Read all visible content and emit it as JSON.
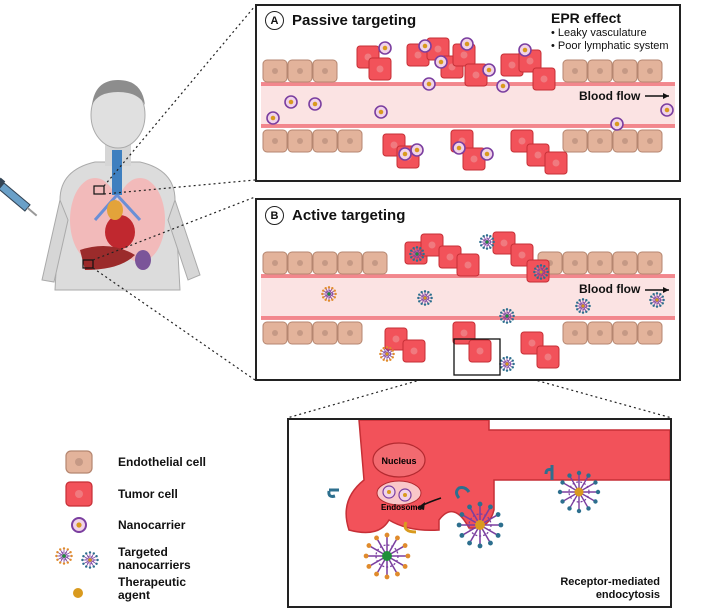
{
  "panel_a": {
    "label": "A",
    "title": "Passive targeting",
    "epr_title": "EPR effect",
    "epr_items": [
      "• Leaky vasculature",
      "• Poor lymphatic system"
    ],
    "flow_label": "Blood flow"
  },
  "panel_b": {
    "label": "B",
    "title": "Active targeting",
    "flow_label": "Blood flow"
  },
  "inset": {
    "nucleus_label": "Nucleus",
    "endosome_label": "Endosome",
    "caption_line1": "Receptor-mediated",
    "caption_line2": "endocytosis"
  },
  "legend": {
    "items": [
      {
        "label": "Endothelial cell"
      },
      {
        "label": "Tumor cell"
      },
      {
        "label": "Nanocarrier"
      },
      {
        "label": "Targeted nanocarriers"
      },
      {
        "label": "Therapeutic agent"
      }
    ],
    "targeted_line1": "Targeted",
    "targeted_line2": "nanocarriers",
    "therapeutic_line1": "Therapeutic",
    "therapeutic_line2": "agent"
  },
  "colors": {
    "endothelial": "#e3b39b",
    "tumor": "#f2525a",
    "nanocarrier_ring": "#7b3fa0",
    "drug": "#d99a1e",
    "vessel": "#fbe3e3",
    "ligand_blue": "#2d6f8e",
    "ligand_orange": "#e08b2c",
    "ligand_green": "#1f8f3a"
  }
}
